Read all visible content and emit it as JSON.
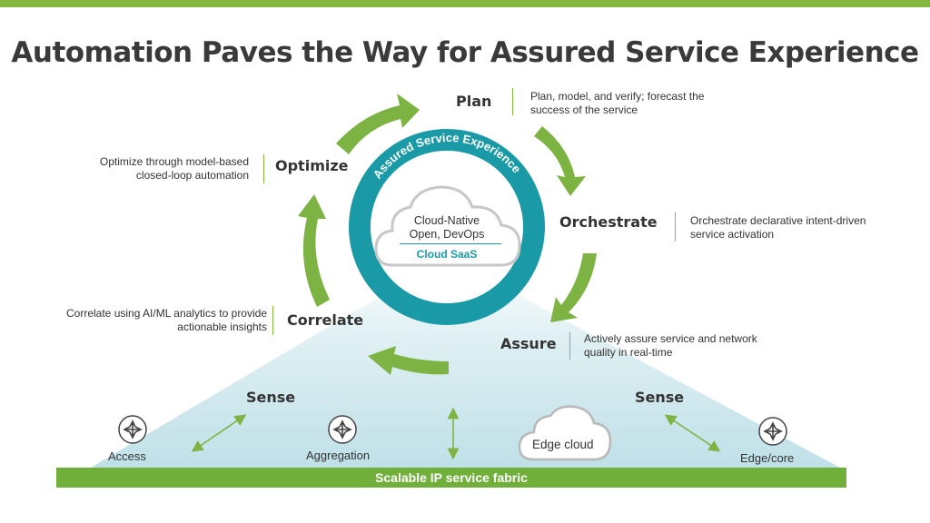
{
  "title": "Automation Paves the Way for Assured Service Experience",
  "ring_label": "Assured Service Experience",
  "cloud": {
    "line1": "Cloud-Native",
    "line2": "Open, DevOps",
    "saas": "Cloud SaaS"
  },
  "stages": {
    "plan": {
      "label": "Plan",
      "desc_lines": [
        "Plan, model, and verify; forecast the",
        "success of the service"
      ]
    },
    "orchestrate": {
      "label": "Orchestrate",
      "desc_lines": [
        "Orchestrate declarative intent-driven",
        "service activation"
      ]
    },
    "assure": {
      "label": "Assure",
      "desc_lines": [
        "Actively assure service and network",
        "quality in real-time"
      ]
    },
    "correlate": {
      "label": "Correlate",
      "desc_lines": [
        "Correlate using AI/ML analytics to provide",
        "actionable insights"
      ]
    },
    "optimize": {
      "label": "Optimize",
      "desc_lines": [
        "Optimize through model-based",
        "closed-loop automation"
      ]
    }
  },
  "sense_left": "Sense",
  "sense_right": "Sense",
  "nodes": {
    "access": "Access",
    "aggregation": "Aggregation",
    "edge_cloud": "Edge cloud",
    "edge_core": "Edge/core"
  },
  "fabric": "Scalable IP service fabric",
  "colors": {
    "green": "#7db342",
    "teal": "#1a9aa6",
    "fabric": "#6faf3a"
  }
}
